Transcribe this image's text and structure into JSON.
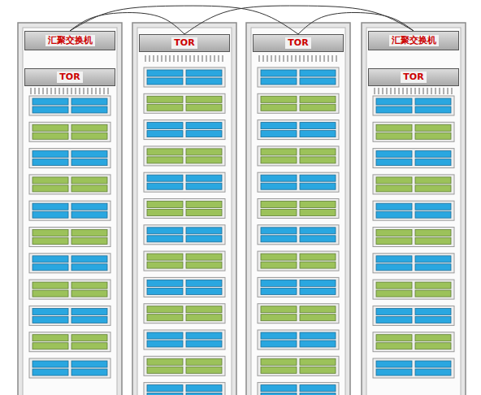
{
  "diagram": {
    "nodes": [
      {
        "text": [
          "汇聚交换机"
        ]
      },
      {
        "text": [
          "TOR"
        ]
      },
      {
        "text": [
          "TOR"
        ]
      },
      {
        "text": [
          "汇聚交换机"
        ]
      },
      {
        "text": [
          "TOR"
        ]
      },
      {
        "text": [
          "TOR"
        ]
      }
    ],
    "edges": [
      {
        "from": 0,
        "to": 1,
        "arrow": "none"
      },
      {
        "from": 0,
        "to": 2,
        "arrow": "none"
      },
      {
        "from": 3,
        "to": 1,
        "arrow": "none"
      },
      {
        "from": 3,
        "to": 2,
        "arrow": "none"
      }
    ]
  }
}
